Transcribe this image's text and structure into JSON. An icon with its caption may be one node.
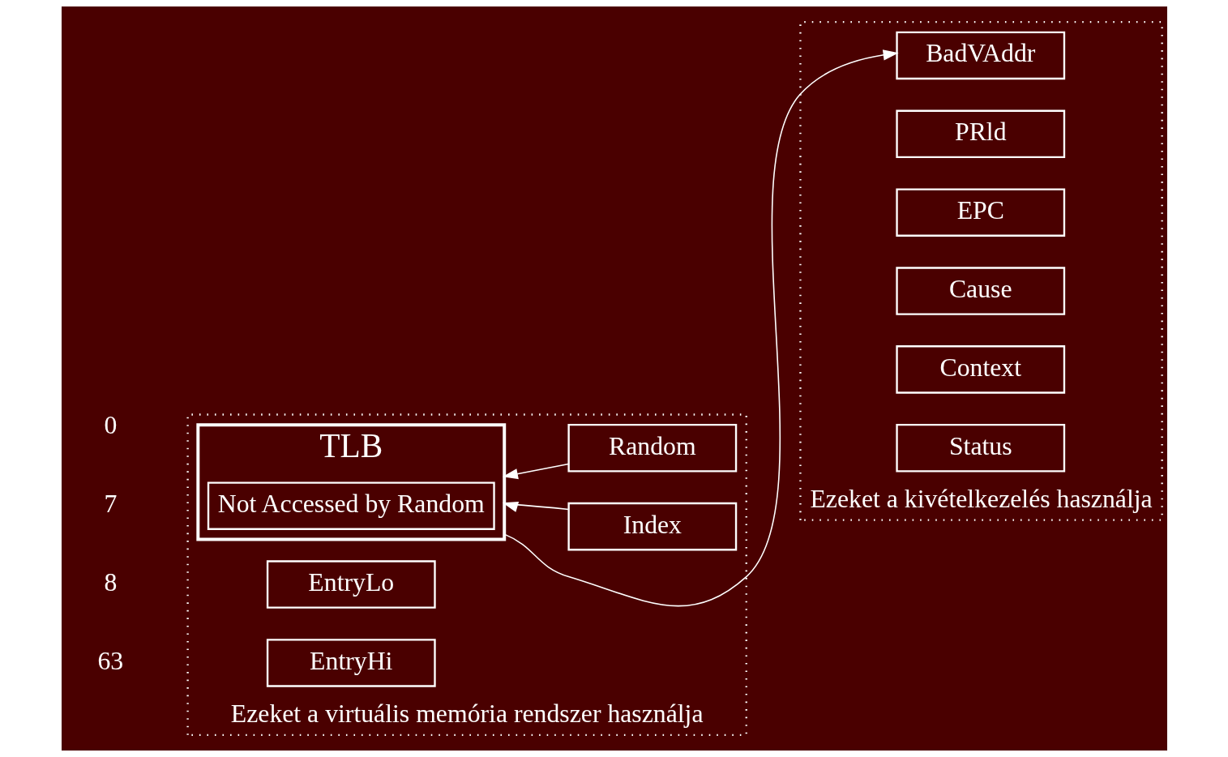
{
  "diagram": {
    "nodes": [
      {
        "text": [
          "Ezeket a virtuális memória rendszer használja"
        ]
      },
      {
        "text": [
          "EntryHi"
        ],
        "in": 0
      },
      {
        "text": [
          "EntryLo"
        ],
        "in": 0
      },
      {
        "text": [
          "TLB"
        ],
        "in": 0
      },
      {
        "text": [
          "Not Accessed by Random"
        ],
        "in": 3
      },
      {
        "text": [
          "Index"
        ],
        "in": 0
      },
      {
        "text": [
          "Random"
        ],
        "in": 0
      },
      {
        "text": [
          "Ezeket a kivételkezelés használja"
        ]
      },
      {
        "text": [
          "Status"
        ],
        "in": 7
      },
      {
        "text": [
          "Context"
        ],
        "in": 7
      },
      {
        "text": [
          "Cause"
        ],
        "in": 7
      },
      {
        "text": [
          "EPC"
        ],
        "in": 7
      },
      {
        "text": [
          "PRld"
        ],
        "in": 7
      },
      {
        "text": [
          "BadVAddr"
        ],
        "in": 7
      }
    ],
    "edges": [
      {
        "from": 5,
        "to": 3,
        "arrow": "to"
      },
      {
        "from": 6,
        "to": 3,
        "arrow": "to"
      },
      {
        "from": 3,
        "to": 13,
        "arrow": "to"
      }
    ],
    "labels": [
      "63",
      "8",
      "7",
      "0"
    ]
  }
}
